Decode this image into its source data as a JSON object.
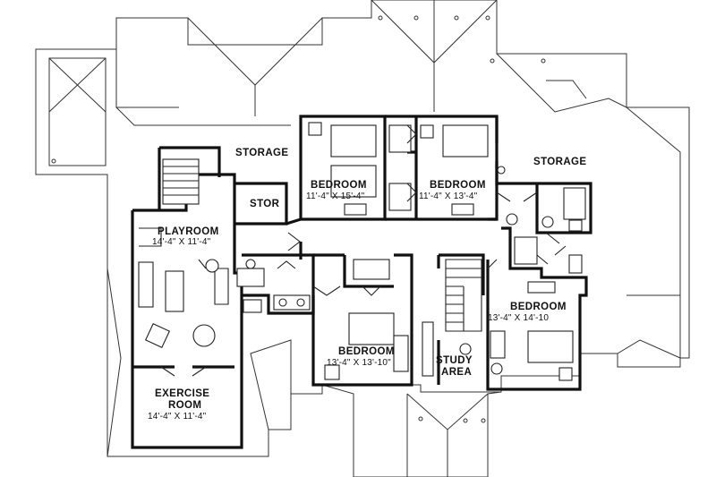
{
  "rooms": {
    "storage_left": {
      "name": "STORAGE"
    },
    "storage_right": {
      "name": "STORAGE"
    },
    "stor": {
      "name": "STOR"
    },
    "bedroom_1": {
      "name": "BEDROOM",
      "dims": "11'-4\" X 15'-4\""
    },
    "bedroom_2": {
      "name": "BEDROOM",
      "dims": "11'-4\" X 13'-4\""
    },
    "playroom": {
      "name": "PLAYROOM",
      "dims": "14'-4\" X 11'-4\""
    },
    "bedroom_3": {
      "name": "BEDROOM",
      "dims": "13'-4\" X 14'-10"
    },
    "bedroom_4": {
      "name": "BEDROOM",
      "dims": "13'-4\" X 13'-10\""
    },
    "study_area": {
      "line1": "STUDY",
      "line2": "AREA"
    },
    "exercise_room": {
      "line1": "EXERCISE",
      "line2": "ROOM",
      "dims": "14'-4\" X 11'-4\""
    }
  }
}
